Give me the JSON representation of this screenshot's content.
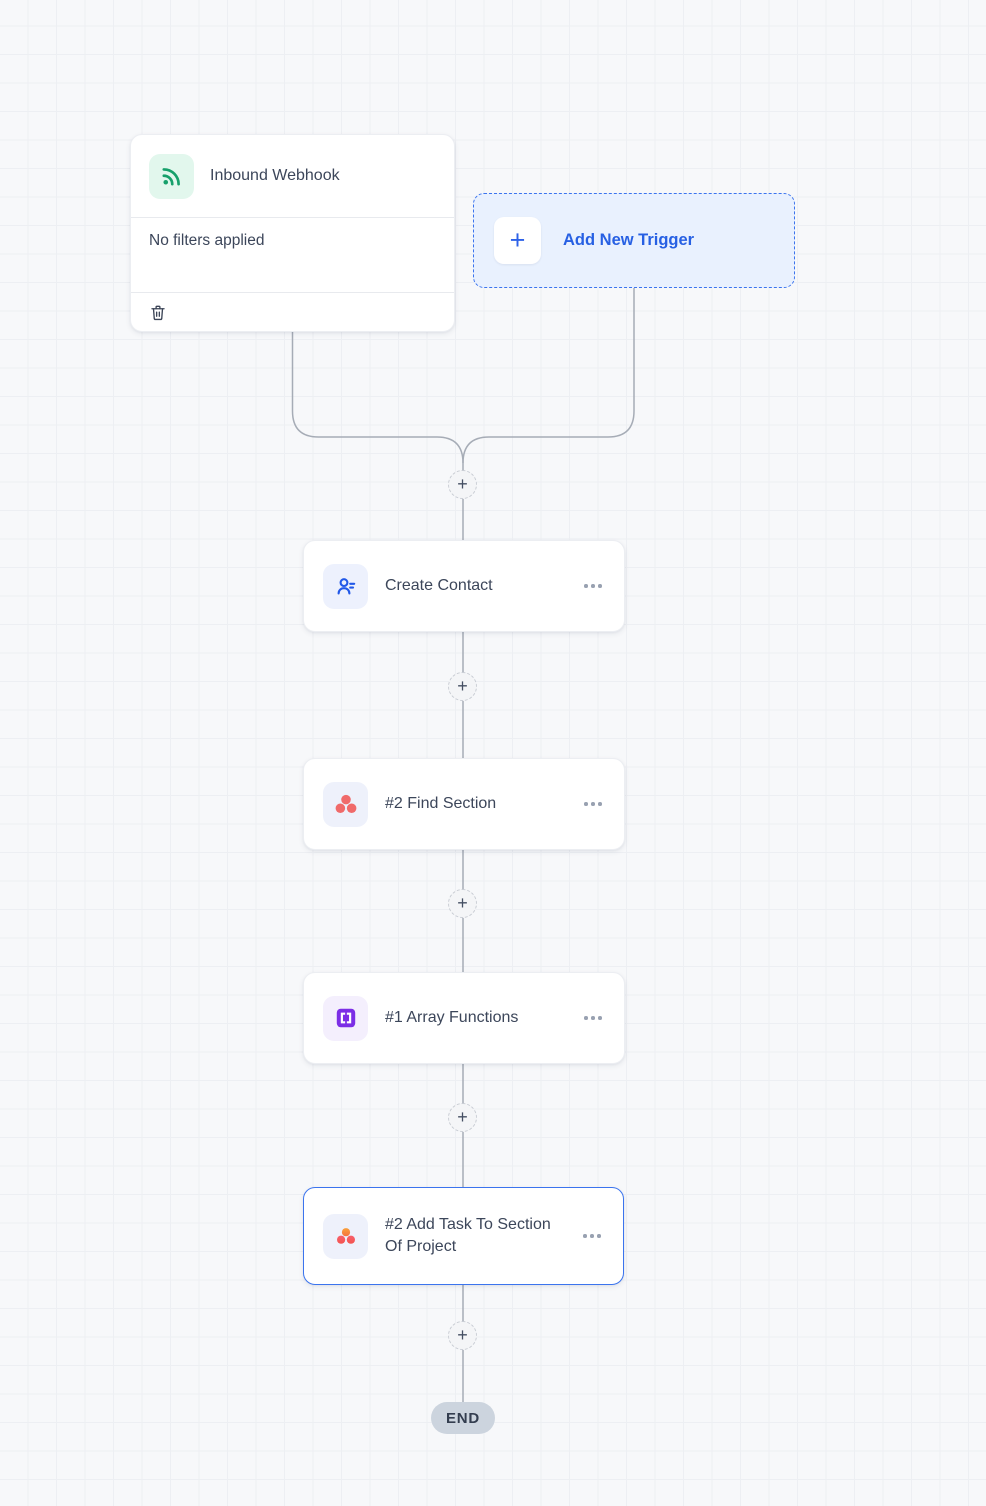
{
  "trigger_card": {
    "title": "Inbound Webhook",
    "body": "No filters applied"
  },
  "add_trigger": {
    "label": "Add New Trigger",
    "plus": "+"
  },
  "actions": [
    {
      "title": "Create Contact"
    },
    {
      "title": "#2 Find Section"
    },
    {
      "title": "#1 Array Functions"
    },
    {
      "title": "#2 Add Task To Section Of Project",
      "selected": true
    }
  ],
  "end": {
    "label": "END"
  },
  "glyphs": {
    "plus": "+"
  },
  "icons": {
    "trigger_icon": "rss-webhook-icon",
    "action_icons": [
      "contact-person-icon",
      "asana-dots-icon",
      "array-brackets-icon",
      "asana-dots-gradient-icon"
    ],
    "footer_icon": "trash-icon",
    "menu_icon": "three-dots-more-icon",
    "step_insert_icon": "plus-icon"
  },
  "colors": {
    "canvas_bg": "#f7f8fa",
    "grid_line": "#edeff3",
    "accent_blue": "#2760e3",
    "selected_border": "#3b74ee",
    "connector": "#a6acb6",
    "webhook_green": "#16a06b",
    "asana_coral": "#f06a6a",
    "array_purple": "#7c2ee6",
    "end_bg": "#ccd4de",
    "title_text": "#3c465a"
  }
}
